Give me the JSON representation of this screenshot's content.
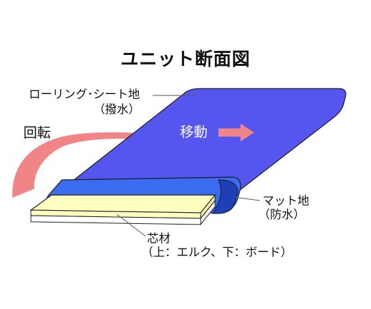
{
  "title": "ユニット断面図",
  "labels": {
    "sheet": "ローリング･シート地",
    "sheet_sub": "（撥水）",
    "rotation": "回転",
    "movement": "移動",
    "mat": "マット地",
    "mat_sub": "（防水）",
    "core": "芯材",
    "core_sub": "（上：エルク、下：ボード）"
  },
  "colors": {
    "sheet": "#5555f0",
    "sheet_edge": "#4a4ae6",
    "mat": "#3a6cf2",
    "mat_dark": "#1e3fb8",
    "core_top": "#ffffc0",
    "core_bottom": "#ffffff",
    "arrow": "#f08486"
  }
}
